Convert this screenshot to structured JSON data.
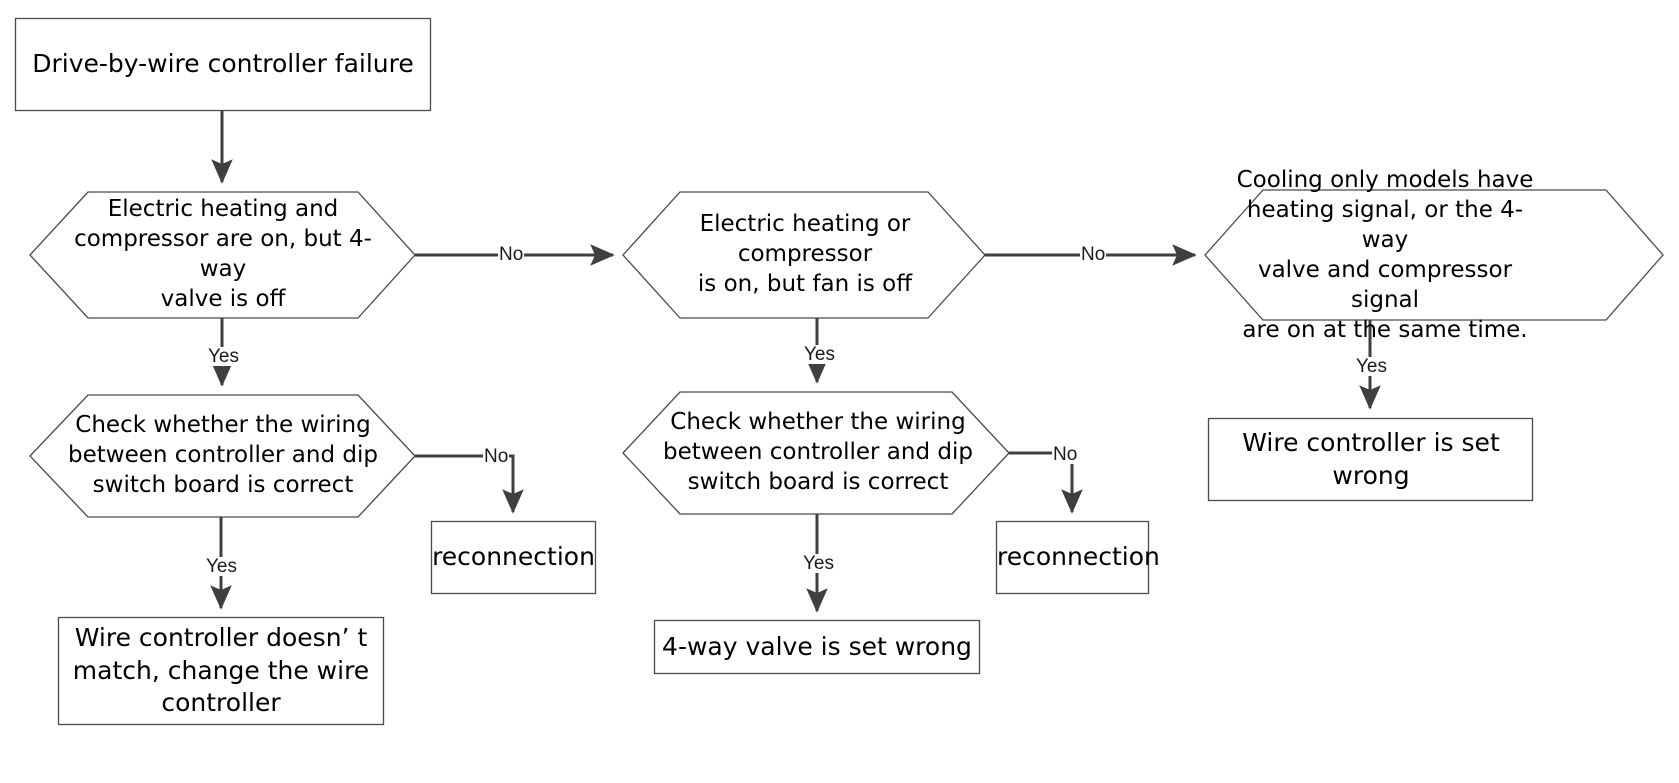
{
  "diagram": {
    "title": "Drive-by-wire controller failure troubleshooting flowchart",
    "stroke_color": "#3f3f3f",
    "arrow_color": "#3f3f3f",
    "fill_color": "#ffffff",
    "text_color": "#000000"
  },
  "nodes": {
    "start": {
      "shape": "rectangle",
      "label": "Drive-by-wire controller failure"
    },
    "decision_1": {
      "shape": "hexagon",
      "label": "Electric heating and\ncompressor are on, but 4-way\nvalve is off"
    },
    "decision_2": {
      "shape": "hexagon",
      "label": "Electric heating or compressor\nis on, but fan is off"
    },
    "decision_3": {
      "shape": "hexagon",
      "label": "Cooling only models have\nheating signal, or the 4-way\nvalve and compressor signal\nare on at the same time."
    },
    "check_1": {
      "shape": "hexagon",
      "label": "Check whether the wiring\nbetween controller and dip\nswitch board is correct"
    },
    "check_2": {
      "shape": "hexagon",
      "label": "Check whether the wiring\nbetween controller and dip\nswitch board is correct"
    },
    "result_right": {
      "shape": "rectangle",
      "label": "Wire controller is set wrong"
    },
    "reconnect_1": {
      "shape": "rectangle",
      "label": "reconnection"
    },
    "reconnect_2": {
      "shape": "rectangle",
      "label": "reconnection"
    },
    "result_left": {
      "shape": "rectangle",
      "label": "Wire controller doesn’ t\nmatch, change the wire\ncontroller"
    },
    "result_middle": {
      "shape": "rectangle",
      "label": "4-way valve is set wrong"
    }
  },
  "edges": {
    "start_to_d1": {
      "label": ""
    },
    "d1_to_d2": {
      "label": "No"
    },
    "d2_to_d3": {
      "label": "No"
    },
    "d1_to_check1": {
      "label": "Yes"
    },
    "d2_to_check2": {
      "label": "Yes"
    },
    "d3_to_result_right": {
      "label": "Yes"
    },
    "check1_to_reconnect1": {
      "label": "No"
    },
    "check2_to_reconnect2": {
      "label": "No"
    },
    "check1_to_result_left": {
      "label": "Yes"
    },
    "check2_to_result_middle": {
      "label": "Yes"
    }
  }
}
